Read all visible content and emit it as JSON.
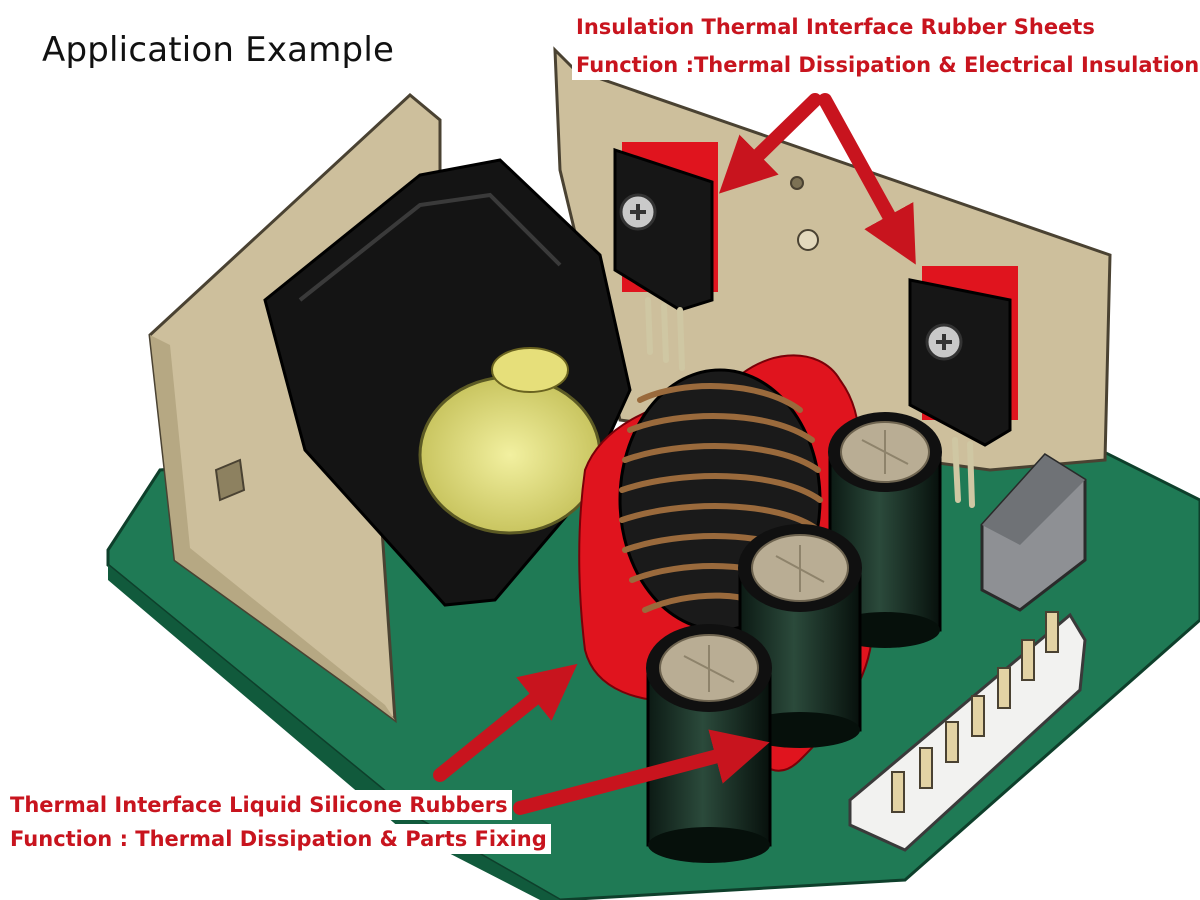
{
  "title": "Application Example",
  "callouts": {
    "sheets": {
      "name": "Insulation Thermal Interface Rubber Sheets",
      "function": "Function :Thermal Dissipation & Electrical Insulation"
    },
    "liquid": {
      "name": "Thermal Interface Liquid Silicone Rubbers",
      "function": "Function : Thermal Dissipation & Parts Fixing"
    }
  },
  "colors": {
    "accent_red": "#c8141e",
    "pcb_green": "#1f7a55",
    "bracket_tan": "#cdbf9c",
    "component_black": "#141414",
    "coil_copper": "#9a6a3c"
  }
}
